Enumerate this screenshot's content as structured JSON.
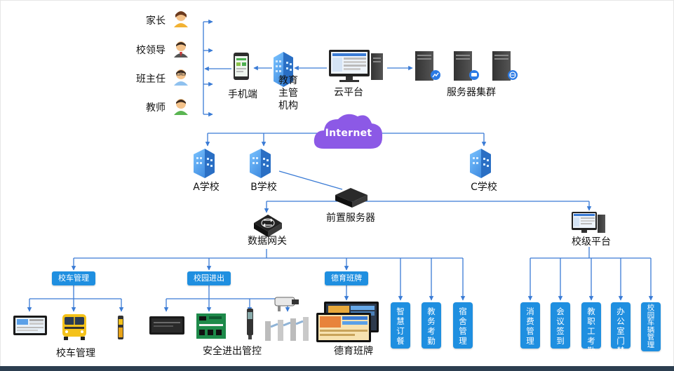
{
  "nodes": {
    "parent": "家长",
    "school_leader": "校领导",
    "head_teacher": "班主任",
    "teacher": "教师",
    "mobile": "手机端",
    "edu_authority": [
      "教育",
      "主管",
      "机构"
    ],
    "cloud_platform": "云平台",
    "server_cluster": "服务器集群",
    "internet": "Internet",
    "school_a": "A学校",
    "school_b": "B学校",
    "school_c": "C学校",
    "front_server": "前置服务器",
    "data_gateway": "数据网关",
    "school_platform": "校级平台"
  },
  "modules": {
    "bus_btn": "校车管理",
    "campus_btn": "校园进出",
    "moral_btn": "德育班牌",
    "bus_title": "校车管理",
    "campus_title": "安全进出管控",
    "moral_title": "德育班牌"
  },
  "vertical_boxes": [
    [
      "智",
      "慧",
      "订",
      "餐"
    ],
    [
      "教",
      "务",
      "考",
      "勤"
    ],
    [
      "宿",
      "舍",
      "管",
      "理"
    ],
    [
      "消",
      "费",
      "管",
      "理"
    ],
    [
      "会",
      "议",
      "签",
      "到"
    ],
    [
      "教",
      "职",
      "工",
      "考",
      "勤"
    ],
    [
      "办",
      "公",
      "室",
      "门",
      "禁"
    ],
    [
      "校",
      "园",
      "车",
      "辆",
      "管",
      "理"
    ]
  ],
  "colors": {
    "line": "#3a7bd5",
    "button": "#1f8fe0",
    "cloud": "#8c59e6",
    "building": "#3d8fe0"
  }
}
